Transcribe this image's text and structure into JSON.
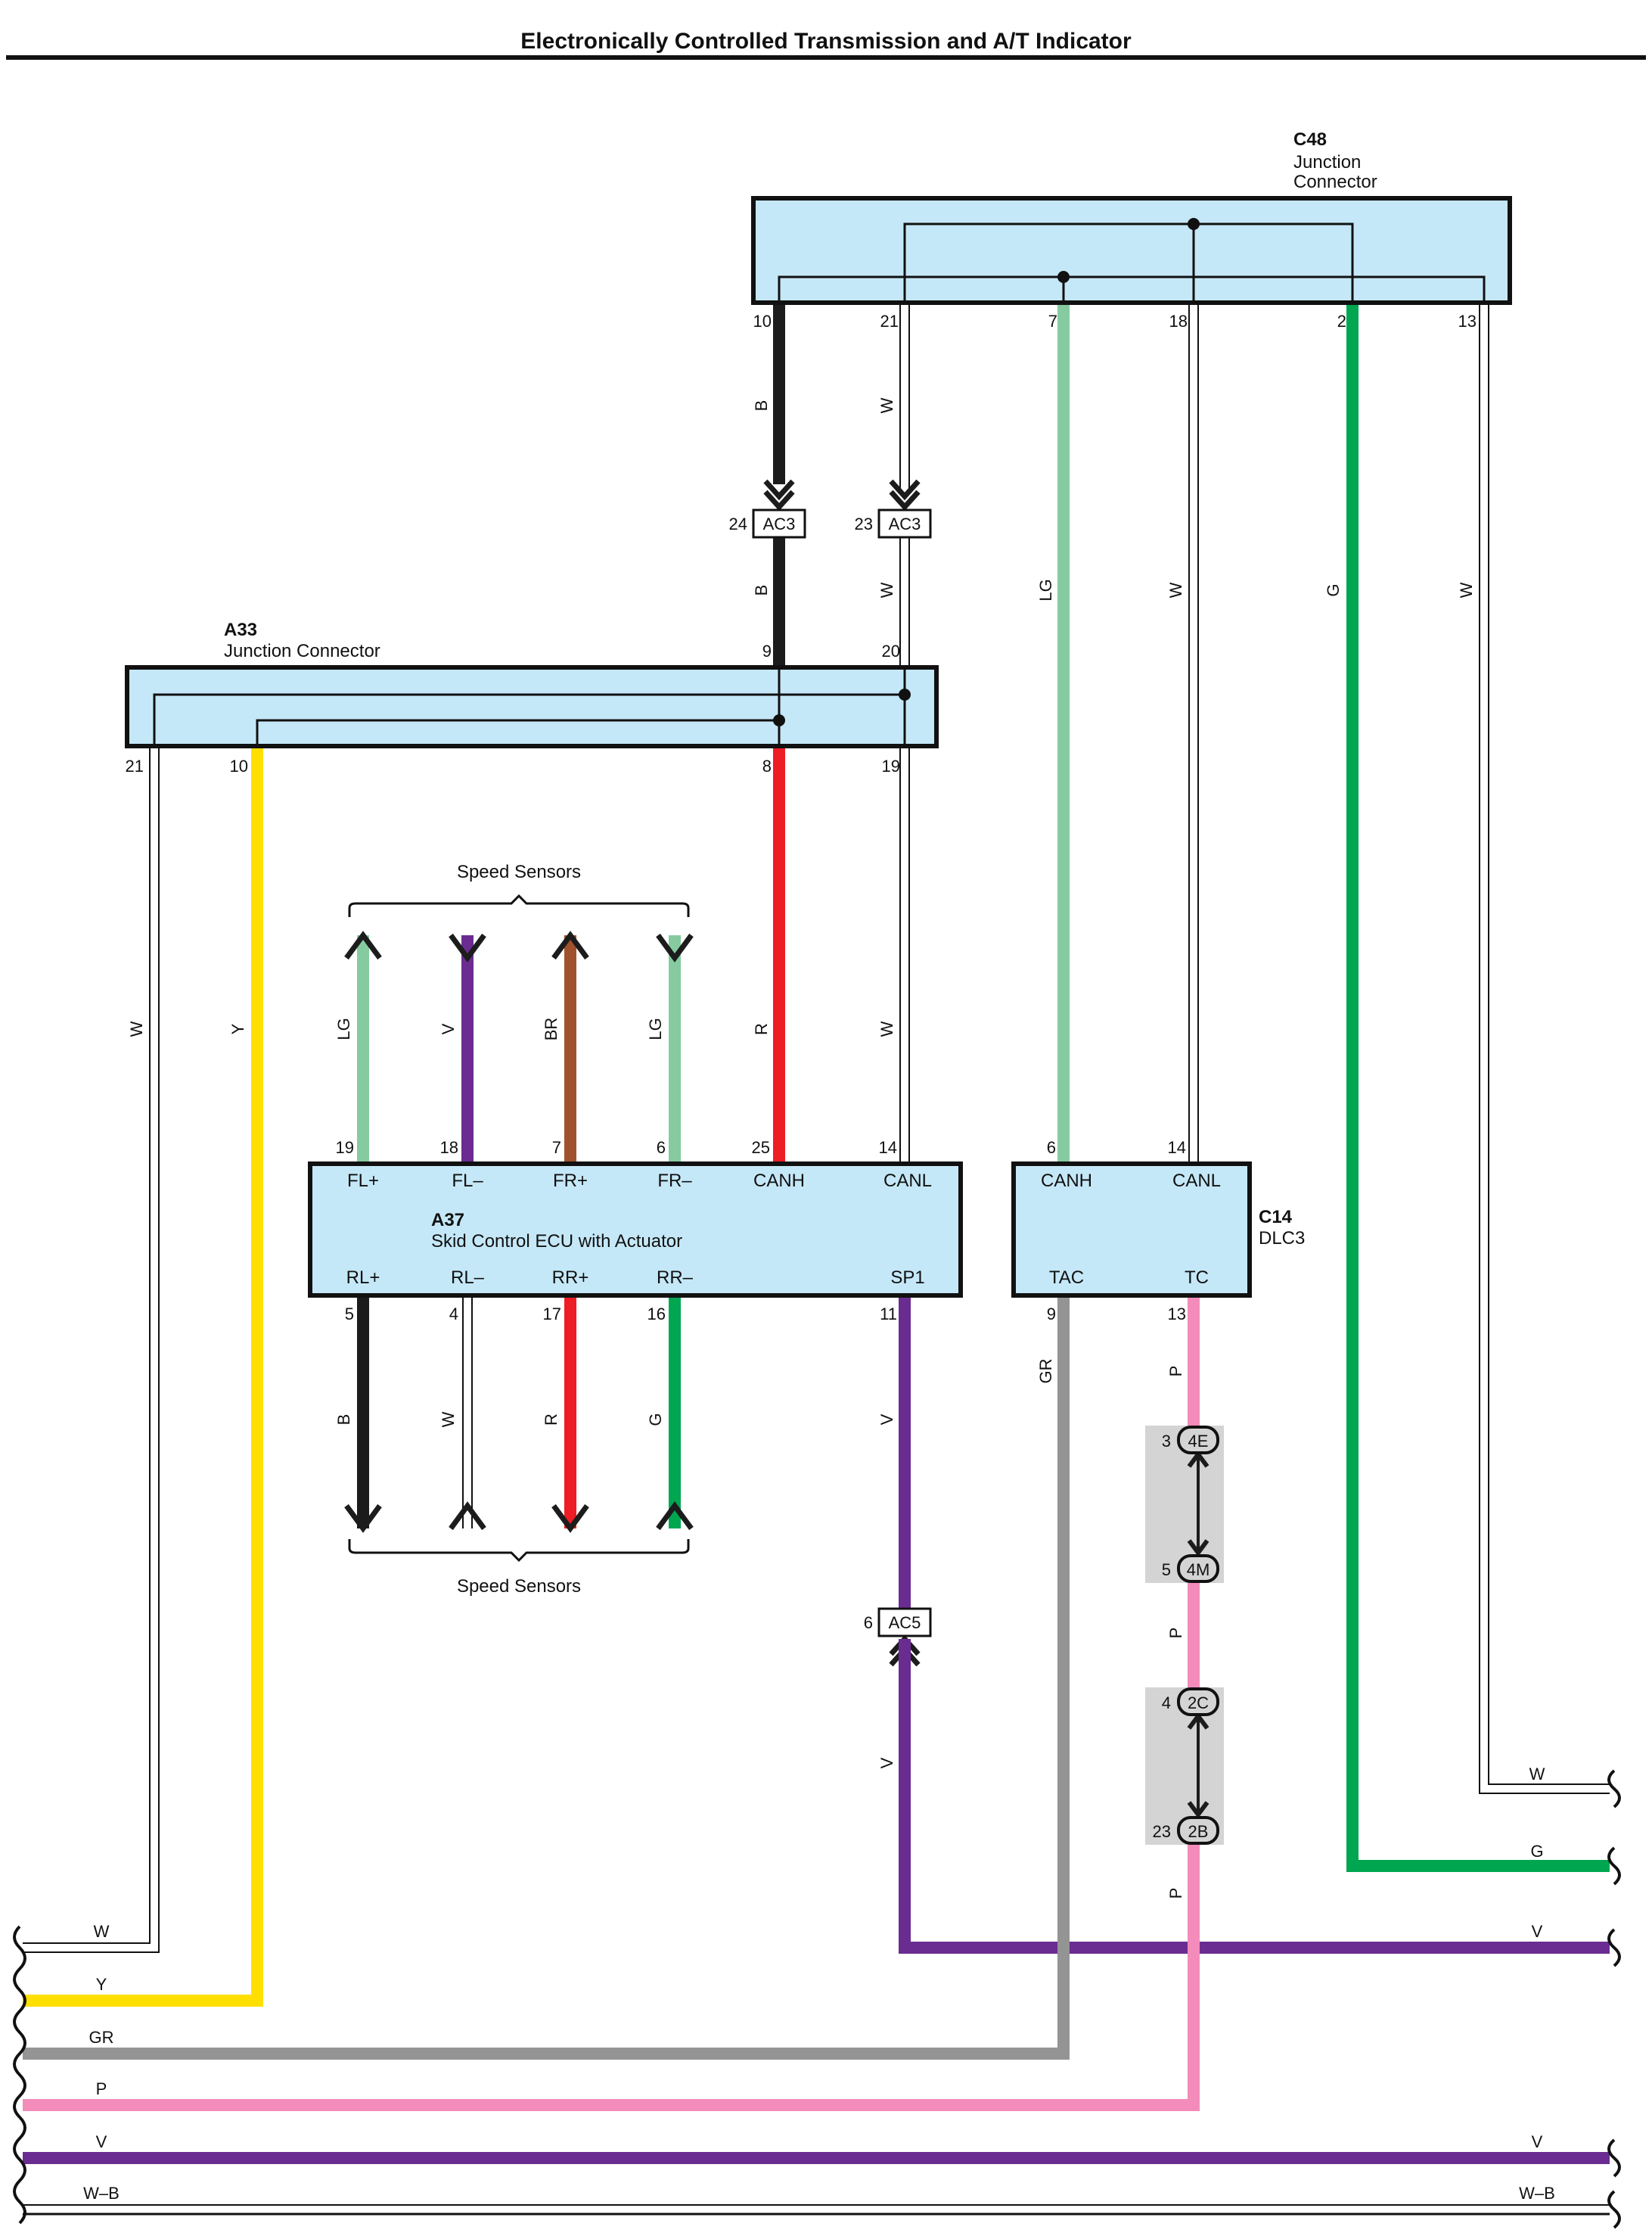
{
  "title": "Electronically Controlled Transmission and A/T Indicator",
  "colors": {
    "B": "#1c1c1c",
    "W": "#ffffff",
    "LG": "#86cba0",
    "G": "#00a650",
    "Y": "#ffdf00",
    "R": "#ee1c25",
    "V": "#6a2c91",
    "BR": "#a0522d",
    "GR": "#949494",
    "P": "#f38bbb",
    "box_fill": "#c5e8f8"
  },
  "c48": {
    "ref": "C48",
    "name_line1": "Junction",
    "name_line2": "Connector",
    "pins": [
      "10",
      "21",
      "7",
      "18",
      "2",
      "13"
    ]
  },
  "a33": {
    "ref": "A33",
    "name": "Junction Connector",
    "top_pins": [
      "9",
      "20"
    ],
    "bottom_pins": [
      "21",
      "10",
      "8",
      "19"
    ]
  },
  "a37": {
    "ref": "A37",
    "name": "Skid Control ECU with Actuator",
    "top_terms": [
      "FL+",
      "FL–",
      "FR+",
      "FR–",
      "CANH",
      "CANL"
    ],
    "top_pins": [
      "19",
      "18",
      "7",
      "6",
      "25",
      "14"
    ],
    "bottom_terms": [
      "RL+",
      "RL–",
      "RR+",
      "RR–",
      "SP1"
    ],
    "bottom_pins": [
      "5",
      "4",
      "17",
      "16",
      "11"
    ]
  },
  "c14": {
    "ref": "C14",
    "name": "DLC3",
    "top_terms": [
      "CANH",
      "CANL"
    ],
    "top_pins": [
      "6",
      "14"
    ],
    "bottom_terms": [
      "TAC",
      "TC"
    ],
    "bottom_pins": [
      "9",
      "13"
    ]
  },
  "connectors": {
    "ac3_b": {
      "pin": "24",
      "label": "AC3"
    },
    "ac3_w": {
      "pin": "23",
      "label": "AC3"
    },
    "ac5": {
      "pin": "6",
      "label": "AC5"
    },
    "c4e": {
      "pin": "3",
      "label": "4E"
    },
    "c4m": {
      "pin": "5",
      "label": "4M"
    },
    "c2c": {
      "pin": "4",
      "label": "2C"
    },
    "c2b": {
      "pin": "23",
      "label": "2B"
    }
  },
  "speed_sensors_label": "Speed Sensors",
  "wire_labels": {
    "c48_10_a": "B",
    "c48_10_b": "B",
    "c48_21_a": "W",
    "c48_21_b": "W",
    "c48_7": "LG",
    "c48_18": "W",
    "c48_2": "G",
    "c48_13": "W",
    "a33_21": "W",
    "a33_10": "Y",
    "a33_8": "R",
    "a33_19": "W",
    "fl_p": "LG",
    "fl_m": "V",
    "fr_p": "BR",
    "fr_m": "LG",
    "rl_p": "B",
    "rl_m": "W",
    "rr_p": "R",
    "rr_m": "G",
    "sp1_a": "V",
    "sp1_b": "V",
    "tac": "GR",
    "tc_a": "P",
    "tc_b": "P",
    "tc_c": "P"
  },
  "bus_labels": {
    "right_w": "W",
    "right_g": "G",
    "right_v": "V",
    "left_w": "W",
    "left_y": "Y",
    "left_gr": "GR",
    "left_p": "P",
    "v_left": "V",
    "v_right": "V",
    "wb_left": "W–B",
    "wb_right": "W–B"
  }
}
